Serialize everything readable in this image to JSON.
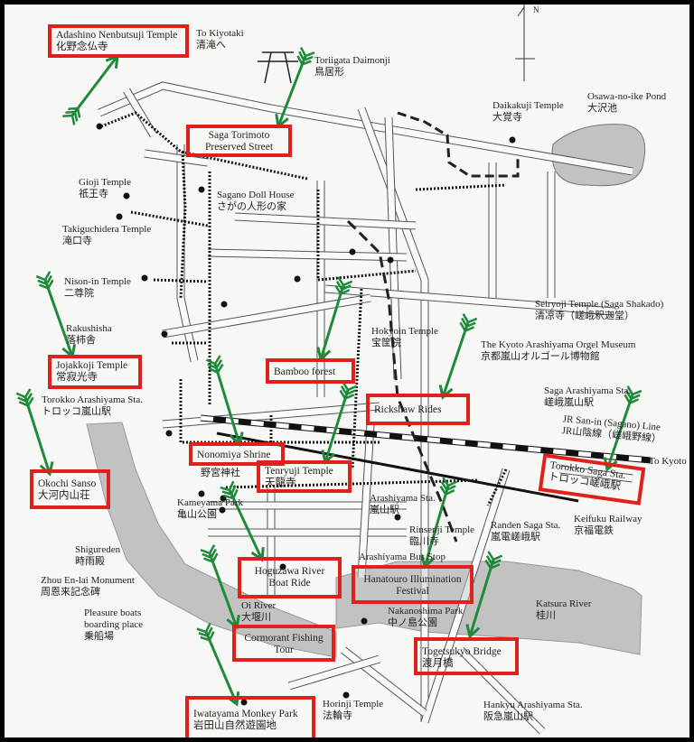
{
  "colors": {
    "highlight_box": "#e0201c",
    "arrow": "#1f8a3a",
    "river": "#bdbdbd",
    "frame": "#000000"
  },
  "compass": {
    "label": "N"
  },
  "highlights": [
    {
      "en": "Adashino Nenbutsuji Temple",
      "jp": "化野念仏寺"
    },
    {
      "en1": "Saga Torimoto",
      "en2": "Preserved Street"
    },
    {
      "en": "Jojakkoji Temple",
      "jp": "常寂光寺"
    },
    {
      "en": "Bamboo forest"
    },
    {
      "en": "Rickshaw Rides"
    },
    {
      "en": "Nonomiya Shrine",
      "jp": "野宮神社"
    },
    {
      "en": "Tenryuji Temple",
      "jp": "天龍寺"
    },
    {
      "en": "Okochi Sanso",
      "jp": "大河内山荘"
    },
    {
      "en": "Torokko Saga Sta.",
      "jp": "トロッコ嵯峨駅"
    },
    {
      "en1": "Hoguzawa River",
      "en2": "Boat Ride"
    },
    {
      "en1": "Hanatouro Illumination",
      "en2": "Festival"
    },
    {
      "en1": "Cormorant Fishing",
      "en2": "Tour"
    },
    {
      "en": "Togetsukyo Bridge",
      "jp": "渡月橋"
    },
    {
      "en": "Iwatayama Monkey Park",
      "jp": "岩田山自然遊園地"
    }
  ],
  "labels": {
    "kiyotaki": {
      "en": "To Kiyotaki",
      "jp": "清滝へ"
    },
    "toriigata": {
      "en": "Toriigata Daimonji",
      "jp": "鳥居形"
    },
    "daikakuji": {
      "en": "Daikakuji Temple",
      "jp": "大覚寺"
    },
    "osawa": {
      "en": "Osawa-no-ike Pond",
      "jp": "大沢池"
    },
    "gioji": {
      "en": "Gioji Temple",
      "jp": "祇王寺"
    },
    "doll": {
      "en": "Sagano Doll House",
      "jp": "さがの人形の家"
    },
    "takiguchi": {
      "en": "Takiguchidera Temple",
      "jp": "滝口寺"
    },
    "nison": {
      "en": "Nison-in Temple",
      "jp": "二尊院"
    },
    "rakushisha": {
      "en": "Rakushisha",
      "jp": "落柿舎"
    },
    "seiryoji": {
      "en": "Seiryoji Temple (Saga Shakado)",
      "jp": "清凉寺（嵯峨釈迦堂）"
    },
    "hokyoin": {
      "en": "Hokyoin Temple",
      "jp": "宝筐院"
    },
    "orgel": {
      "en": "The Kyoto Arashiyama Orgel Museum",
      "jp": "京都嵐山オルゴール博物館"
    },
    "torokko_arashiyama": {
      "en": "Torokko Arashiyama Sta.",
      "jp": "トロッコ嵐山駅"
    },
    "saga_arashiyama": {
      "en": "Saga Arashiyama Sta.",
      "jp": "嵯峨嵐山駅"
    },
    "jr_line": {
      "en": "JR San-in (Sagano) Line",
      "jp": "JR山陰線（嵯峨野線）"
    },
    "to_kyoto": {
      "en": "To Kyoto"
    },
    "kameyama": {
      "en": "Kameyama Park",
      "jp": "亀山公園"
    },
    "arashiyama_sta": {
      "en": "Arashiyama Sta.",
      "jp": "嵐山駅"
    },
    "rinsenji": {
      "en": "Rinsenji Temple",
      "jp": "臨川寺"
    },
    "randen": {
      "en": "Randen Saga Sta.",
      "jp": "嵐電嵯峨駅"
    },
    "keifuku": {
      "en": "Keifuku Railway",
      "jp": "京福電鉄"
    },
    "shigureden": {
      "en": "Shigureden",
      "jp": "時雨殿"
    },
    "zhou": {
      "en": "Zhou En-lai Monument",
      "jp": "周恩来記念碑"
    },
    "bus_stop": {
      "en": "Arashiyama Bus Stop"
    },
    "pleasure": {
      "en1": "Pleasure boats",
      "en2": "boarding place",
      "jp": "乗船場"
    },
    "oi_river": {
      "en": "Oi River",
      "jp": "大堰川"
    },
    "nakanoshima": {
      "en": "Nakanoshima Park",
      "jp": "中ノ島公園"
    },
    "katsura": {
      "en": "Katsura River",
      "jp": "桂川"
    },
    "horinji": {
      "en": "Horinji Temple",
      "jp": "法輪寺"
    },
    "hankyu": {
      "en": "Hankyu Arashiyama Sta.",
      "jp": "阪急嵐山駅"
    }
  }
}
